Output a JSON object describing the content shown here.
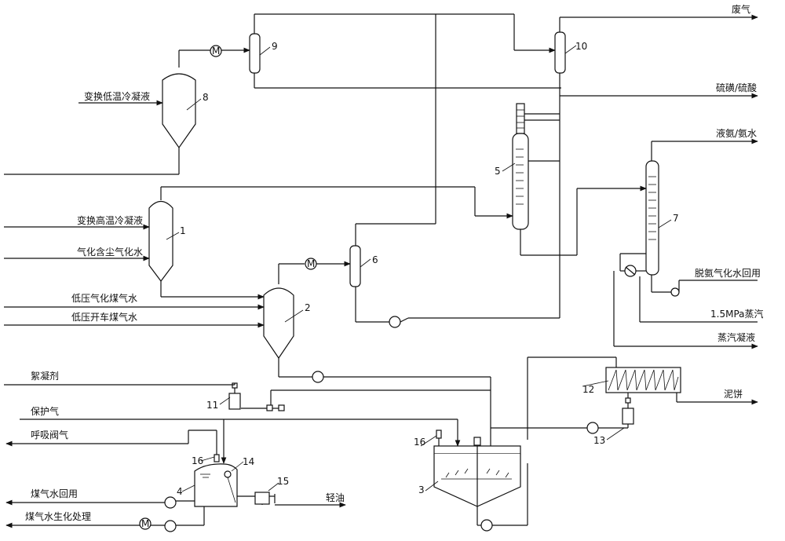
{
  "streams": {
    "waste_gas": "废气",
    "sulfur_acid": "硫磺/硫酸",
    "liquid_ammonia": "液氨/氨水",
    "shift_low_temp_condensate": "变换低温冷凝液",
    "shift_high_temp_condensate": "变换高温冷凝液",
    "gasification_dust_water": "气化含尘气化水",
    "low_pressure_gas_water": "低压气化煤气水",
    "low_pressure_startup_water": "低压开车煤气水",
    "deammoniated_water_reuse": "脱氨气化水回用",
    "steam_1_5mpa": "1.5MPa蒸汽",
    "steam_condensate": "蒸汽凝液",
    "flocculant": "絮凝剂",
    "protective_gas": "保护气",
    "breathing_valve_gas": "呼吸阀气",
    "gas_water_reuse": "煤气水回用",
    "gas_water_biochem": "煤气水生化处理",
    "light_oil": "轻油",
    "filter_cake": "泥饼"
  },
  "equipment_numbers": {
    "n1": "1",
    "n2": "2",
    "n3": "3",
    "n4": "4",
    "n5": "5",
    "n6": "6",
    "n7": "7",
    "n8": "8",
    "n9": "9",
    "n10": "10",
    "n11": "11",
    "n12": "12",
    "n13": "13",
    "n14": "14",
    "n15": "15",
    "n16a": "16",
    "n16b": "16"
  },
  "symbols": {
    "motor": "M"
  }
}
